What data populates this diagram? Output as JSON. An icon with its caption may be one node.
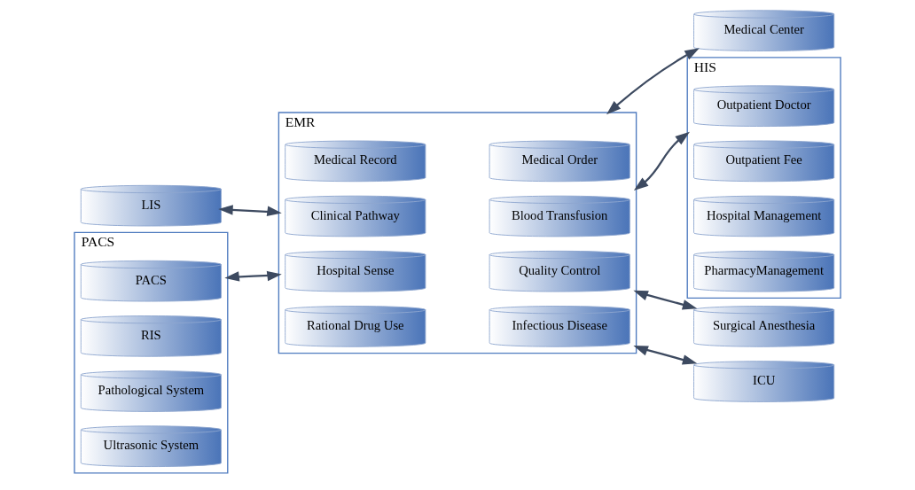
{
  "diagram": {
    "nodes": [
      {
        "text": [
          "LIS"
        ]
      },
      {
        "text": [
          "PACS"
        ]
      },
      {
        "text": [
          "PACS"
        ],
        "in": 1
      },
      {
        "text": [
          "RIS"
        ],
        "in": 1
      },
      {
        "text": [
          "Pathological System"
        ],
        "in": 1
      },
      {
        "text": [
          "Ultrasonic System"
        ],
        "in": 1
      },
      {
        "text": [
          "EMR"
        ]
      },
      {
        "text": [
          "Medical Record"
        ],
        "in": 6
      },
      {
        "text": [
          "Medical Order"
        ],
        "in": 6
      },
      {
        "text": [
          "Clinical Pathway"
        ],
        "in": 6
      },
      {
        "text": [
          "Blood Transfusion"
        ],
        "in": 6
      },
      {
        "text": [
          "Hospital Sense"
        ],
        "in": 6
      },
      {
        "text": [
          "Quality Control"
        ],
        "in": 6
      },
      {
        "text": [
          "Rational Drug Use"
        ],
        "in": 6
      },
      {
        "text": [
          "Infectious Disease"
        ],
        "in": 6
      },
      {
        "text": [
          "Medical Center"
        ]
      },
      {
        "text": [
          "HIS"
        ]
      },
      {
        "text": [
          "Outpatient Doctor"
        ],
        "in": 16
      },
      {
        "text": [
          "Outpatient Fee"
        ],
        "in": 16
      },
      {
        "text": [
          "Hospital Management"
        ],
        "in": 16
      },
      {
        "text": [
          "PharmacyManagement"
        ],
        "in": 16
      },
      {
        "text": [
          "Surgical Anesthesia"
        ]
      },
      {
        "text": [
          "ICU"
        ]
      }
    ],
    "edges": [
      {
        "from": 0,
        "to": 6,
        "arrow": "both"
      },
      {
        "from": 1,
        "to": 6,
        "arrow": "both"
      },
      {
        "from": 6,
        "to": 15,
        "arrow": "both"
      },
      {
        "from": 6,
        "to": 16,
        "arrow": "both"
      },
      {
        "from": 6,
        "to": 21,
        "arrow": "both"
      },
      {
        "from": 6,
        "to": 22,
        "arrow": "both"
      }
    ]
  }
}
